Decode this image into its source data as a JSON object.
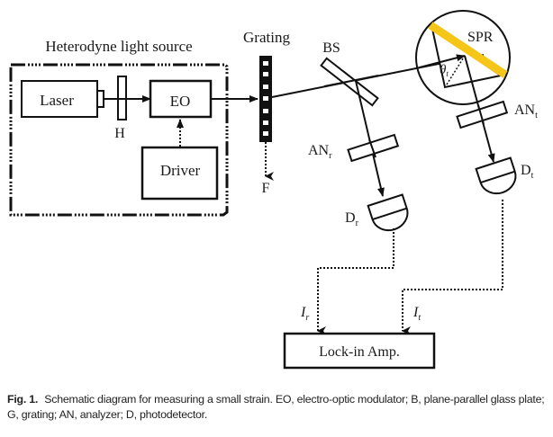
{
  "figure": {
    "labels": {
      "light_source_title": "Heterodyne light source",
      "laser": "Laser",
      "eo": "EO",
      "driver": "Driver",
      "h": "H",
      "grating": "Grating",
      "f": "F",
      "bs": "BS",
      "spr": "SPR",
      "theta": "θ",
      "theta_sub": "t",
      "an": "AN",
      "an_r_sub": "r",
      "an_t_sub": "t",
      "d": "D",
      "d_r_sub": "r",
      "d_t_sub": "t",
      "i": "I",
      "i_r_sub": "r",
      "i_t_sub": "t",
      "lockin": "Lock-in Amp."
    },
    "colors": {
      "line": "#111111",
      "spr_film": "#F5C518"
    }
  },
  "caption": {
    "label": "Fig. 1.",
    "text": "Schematic diagram for measuring a small strain. EO, electro-optic modulator; B, plane-parallel glass plate; G, grating; AN, analyzer; D, photodetector."
  }
}
